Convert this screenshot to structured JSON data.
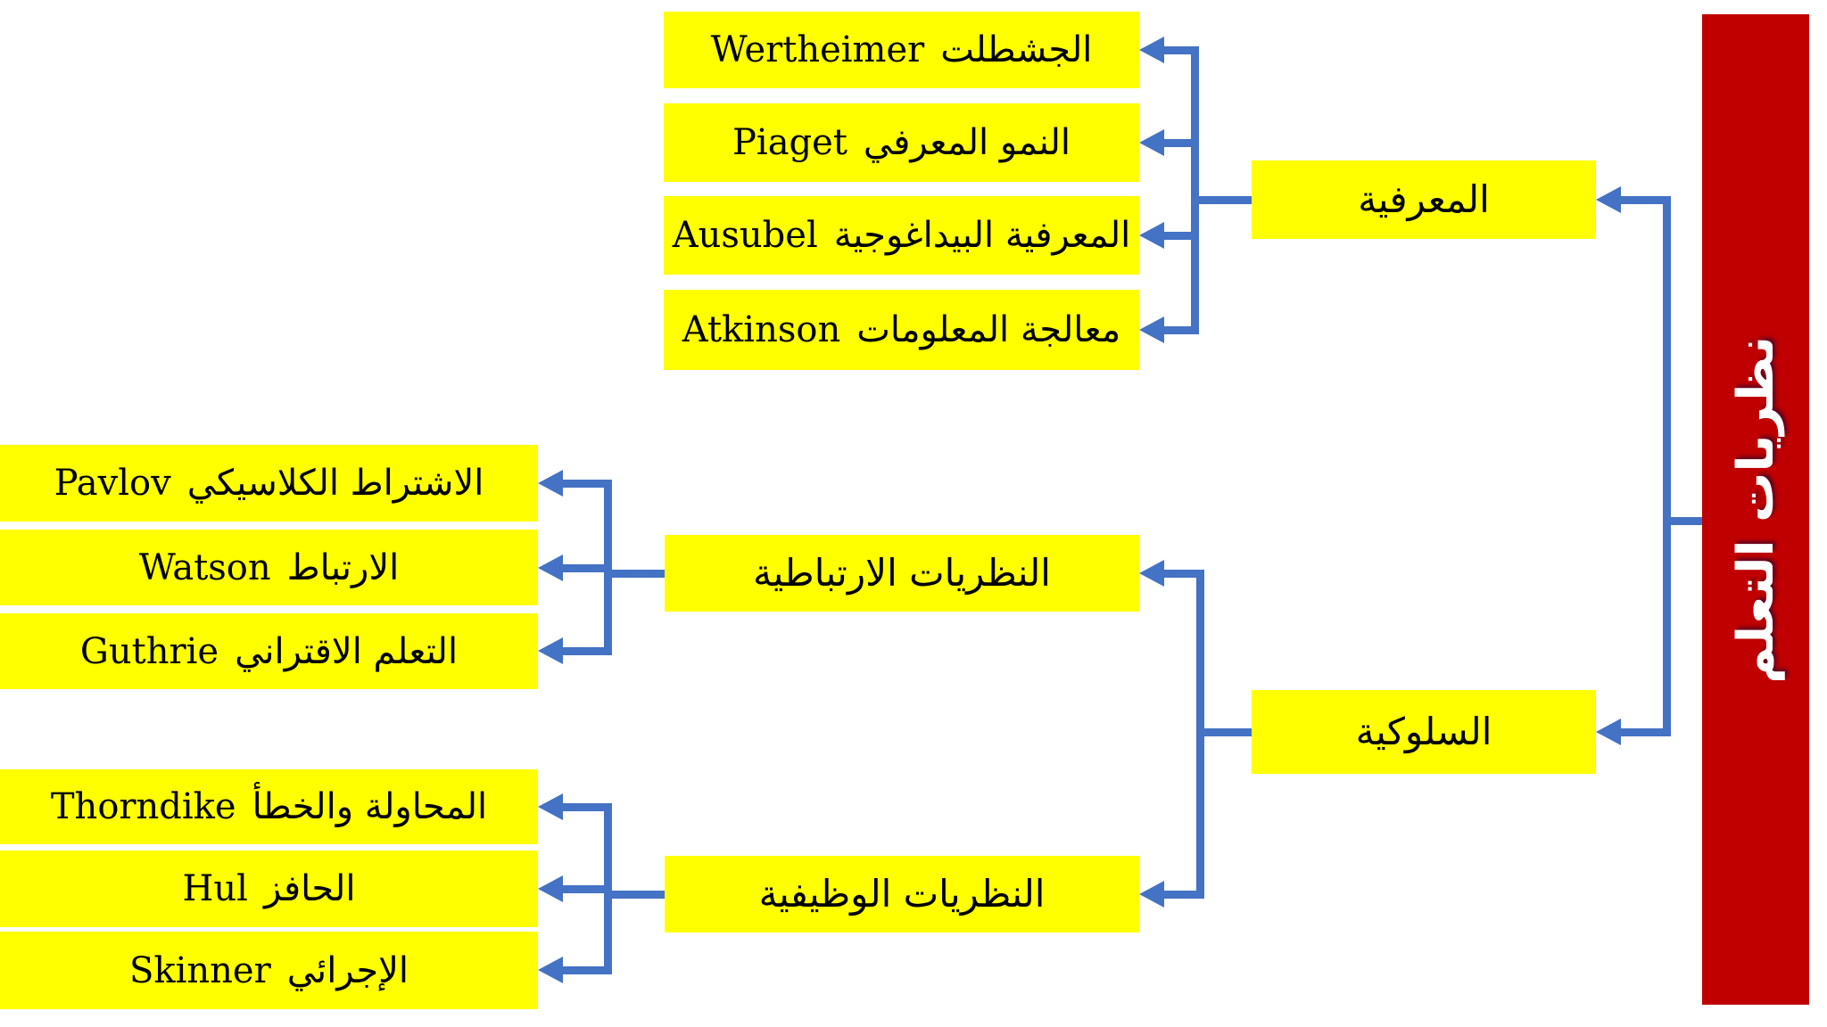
{
  "colors": {
    "box_fill": "#FFFF00",
    "root_fill": "#C00000",
    "connector": "#4472C4",
    "box_text": "#000000",
    "root_text": "#FFFFFF"
  },
  "root": {
    "label": "نظريات التعلم"
  },
  "categories": {
    "cognitive": {
      "label": "المعرفية",
      "parent": "root"
    },
    "behavioral": {
      "label": "السلوكية",
      "parent": "root"
    },
    "associative": {
      "label": "النظريات الارتباطية",
      "parent": "behavioral"
    },
    "functional": {
      "label": "النظريات الوظيفية",
      "parent": "behavioral"
    }
  },
  "theories": {
    "gestalt": {
      "term": "الجشطلت",
      "scholar": "Wertheimer",
      "parent": "cognitive"
    },
    "cognitive_development": {
      "term": "النمو المعرفي",
      "scholar": "Piaget",
      "parent": "cognitive"
    },
    "pedagogical_cognitive": {
      "term": "المعرفية البيداغوجية",
      "scholar": "Ausubel",
      "parent": "cognitive"
    },
    "information_processing": {
      "term": "معالجة المعلومات",
      "scholar": "Atkinson",
      "parent": "cognitive"
    },
    "classical_conditioning": {
      "term": "الاشتراط الكلاسيكي",
      "scholar": "Pavlov",
      "parent": "associative"
    },
    "connectionism": {
      "term": "الارتباط",
      "scholar": "Watson",
      "parent": "associative"
    },
    "contiguity_learning": {
      "term": "التعلم الاقتراني",
      "scholar": "Guthrie",
      "parent": "associative"
    },
    "trial_and_error": {
      "term": "المحاولة والخطأ",
      "scholar": "Thorndike",
      "parent": "functional"
    },
    "drive": {
      "term": "الحافز",
      "scholar": "Hul",
      "parent": "functional"
    },
    "operant": {
      "term": "الإجرائي",
      "scholar": "Skinner",
      "parent": "functional"
    }
  }
}
